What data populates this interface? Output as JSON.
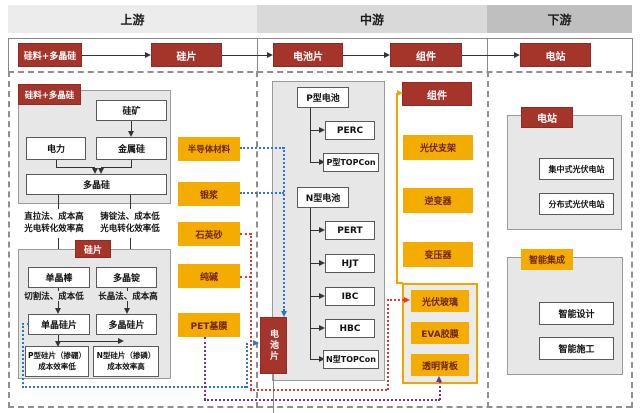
{
  "header": {
    "upstream": "上游",
    "midstream": "中游",
    "downstream": "下游"
  },
  "flow": {
    "nodes": [
      "硅料+多晶硅",
      "硅片",
      "电池片",
      "组件",
      "电站"
    ]
  },
  "upstream": {
    "poly_panel": {
      "label": "硅料+多晶硅",
      "ore": "硅矿",
      "power": "电力",
      "metal_si": "金属硅",
      "poly_si": "多晶硅",
      "note_left_1": "直拉法、成本高",
      "note_left_2": "光电转化效率高",
      "note_right_1": "铸锭法、成本低",
      "note_right_2": "光电转化效率低"
    },
    "wafer_panel": {
      "label": "硅片",
      "mono_rod": "单晶棒",
      "poly_ingot": "多晶锭",
      "note_left": "切割法、成本低",
      "note_right": "长晶法、成本高",
      "mono_wafer": "单晶硅片",
      "poly_wafer": "多晶硅片",
      "p_wafer_1": "P型硅片（掺硼）",
      "p_wafer_2": "成本效率低",
      "n_wafer_1": "N型硅片（掺磷）",
      "n_wafer_2": "成本效率高"
    },
    "materials": [
      "半导体材料",
      "银浆",
      "石英砂",
      "纯碱",
      "PET基膜"
    ]
  },
  "midstream": {
    "cell_label": "电池片",
    "p_type": "P型电池",
    "p_routes": [
      "PERC",
      "P型TOPCon"
    ],
    "n_type": "N型电池",
    "n_routes": [
      "PERT",
      "HJT",
      "IBC",
      "HBC",
      "N型TOPCon"
    ],
    "module_label": "组件",
    "bos": [
      "光伏支架",
      "逆变器",
      "变压器"
    ],
    "encapsulation": [
      "光伏玻璃",
      "EVA胶膜",
      "透明背板"
    ]
  },
  "downstream": {
    "station_label": "电站",
    "station_types": [
      "集中式光伏电站",
      "分布式光伏电站"
    ],
    "integration_label": "智能集成",
    "integration_items": [
      "智能设计",
      "智能施工"
    ]
  },
  "colors": {
    "red_box": "#A5342B",
    "yellow_box": "#F5AC00",
    "blue_dotted": "#2E74C8",
    "red_dotted": "#E03A2F",
    "purple_dotted": "#7030A0",
    "orange_line": "#F0A500"
  }
}
